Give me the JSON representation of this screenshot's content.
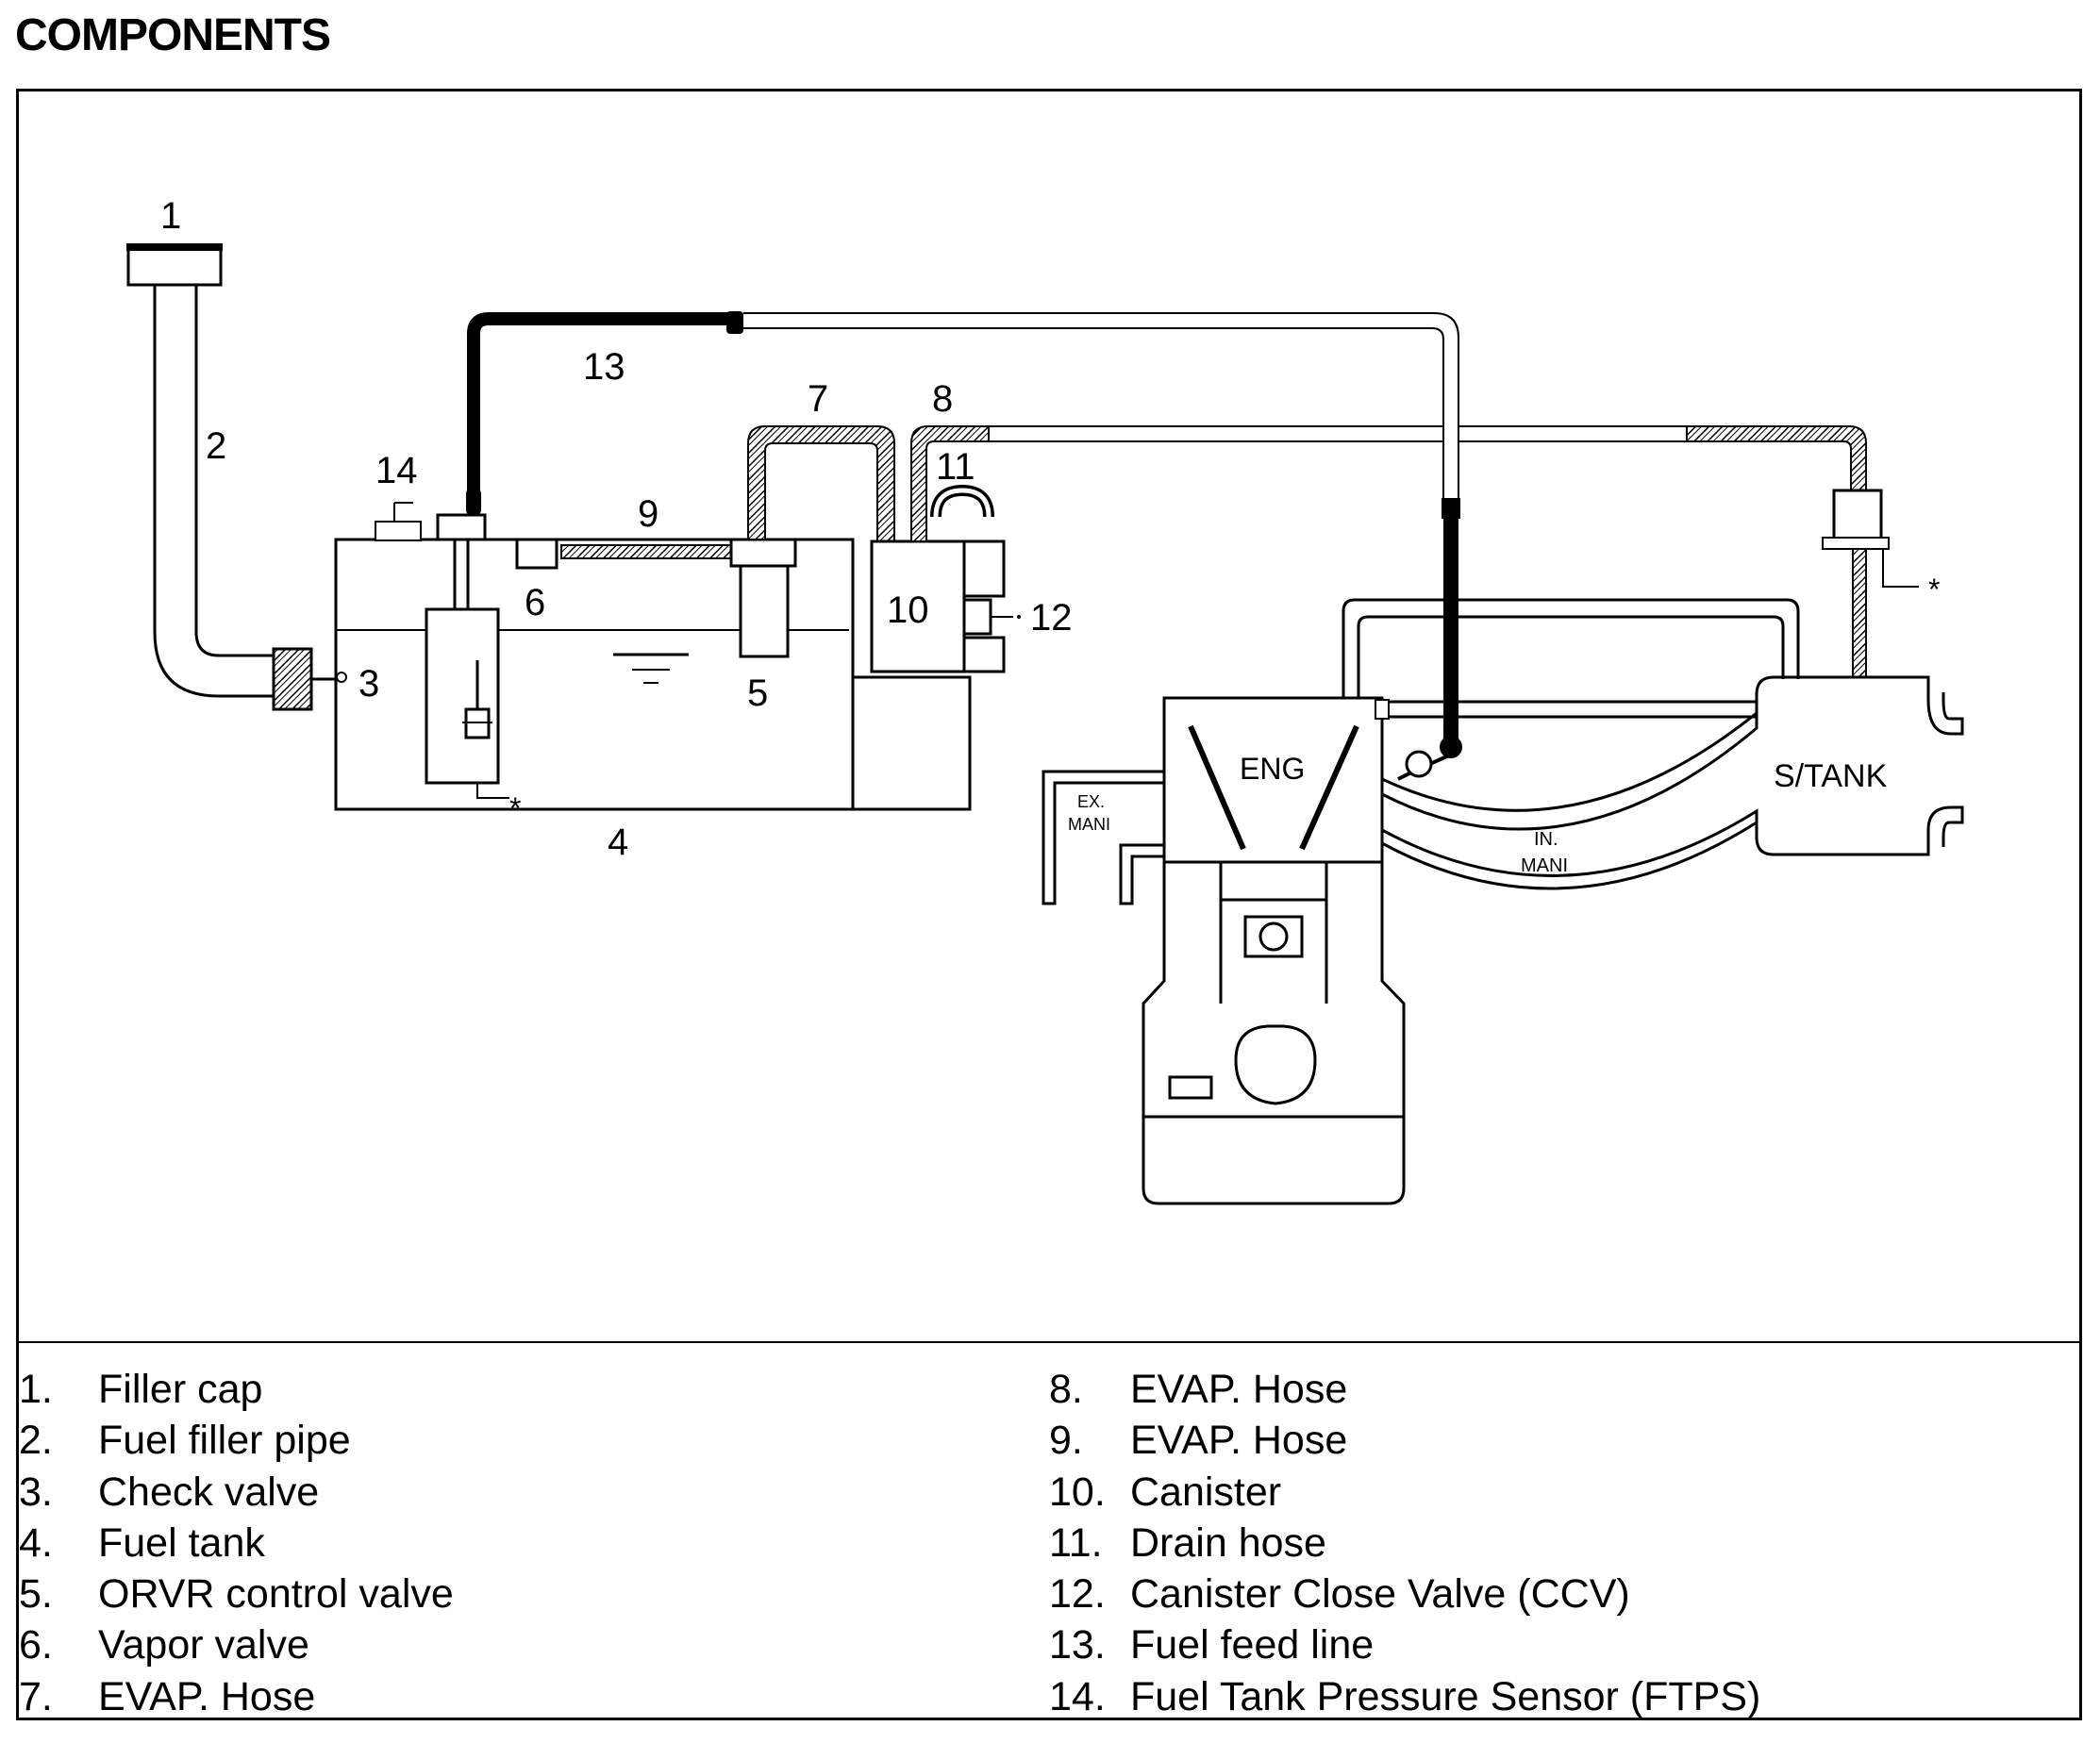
{
  "title": "COMPONENTS",
  "callouts": [
    "1",
    "2",
    "3",
    "4",
    "5",
    "6",
    "7",
    "8",
    "9",
    "10",
    "11",
    "12",
    "13",
    "14"
  ],
  "diagram_labels": {
    "eng": "ENG",
    "ex_mani_1": "EX.",
    "ex_mani_2": "MANI",
    "in_mani_1": "IN.",
    "in_mani_2": "MANI",
    "s_tank": "S/TANK",
    "asterisk": "*"
  },
  "legend": [
    {
      "num": "1.",
      "label": "Filler cap"
    },
    {
      "num": "2.",
      "label": "Fuel filler pipe"
    },
    {
      "num": "3.",
      "label": "Check valve"
    },
    {
      "num": "4.",
      "label": "Fuel tank"
    },
    {
      "num": "5.",
      "label": "ORVR control valve"
    },
    {
      "num": "6.",
      "label": "Vapor valve"
    },
    {
      "num": "7.",
      "label": "EVAP. Hose"
    },
    {
      "num": "8.",
      "label": "EVAP. Hose"
    },
    {
      "num": "9.",
      "label": "EVAP. Hose"
    },
    {
      "num": "10.",
      "label": "Canister"
    },
    {
      "num": "11.",
      "label": "Drain hose"
    },
    {
      "num": "12.",
      "label": "Canister Close Valve (CCV)"
    },
    {
      "num": "13.",
      "label": "Fuel feed line"
    },
    {
      "num": "14.",
      "label": "Fuel Tank Pressure Sensor (FTPS)"
    }
  ]
}
